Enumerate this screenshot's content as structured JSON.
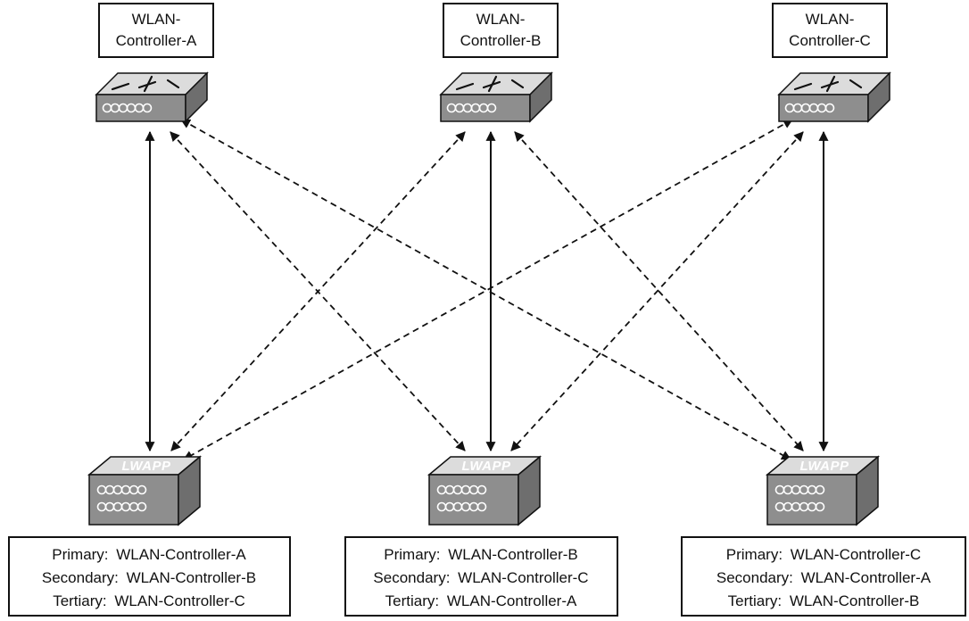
{
  "colors": {
    "line": "#111111",
    "device_top": "#dcdcdc",
    "device_front": "#8e8e8e",
    "device_side": "#6e6e6e",
    "port_stroke": "#ffffff"
  },
  "controllers": [
    {
      "name_line1": "WLAN-",
      "name_line2": "Controller-A",
      "icon": "wlan-controller-icon"
    },
    {
      "name_line1": "WLAN-",
      "name_line2": "Controller-B",
      "icon": "wlan-controller-icon"
    },
    {
      "name_line1": "WLAN-",
      "name_line2": "Controller-C",
      "icon": "wlan-controller-icon"
    }
  ],
  "access_points": [
    {
      "badge": "LWAPP",
      "icon": "lwapp-access-point-icon",
      "primary_label": "Primary:",
      "primary_value": "WLAN-Controller-A",
      "secondary_label": "Secondary:",
      "secondary_value": "WLAN-Controller-B",
      "tertiary_label": "Tertiary:",
      "tertiary_value": "WLAN-Controller-C"
    },
    {
      "badge": "LWAPP",
      "icon": "lwapp-access-point-icon",
      "primary_label": "Primary:",
      "primary_value": "WLAN-Controller-B",
      "secondary_label": "Secondary:",
      "secondary_value": "WLAN-Controller-C",
      "tertiary_label": "Tertiary:",
      "tertiary_value": "WLAN-Controller-A"
    },
    {
      "badge": "LWAPP",
      "icon": "lwapp-access-point-icon",
      "primary_label": "Primary:",
      "primary_value": "WLAN-Controller-C",
      "secondary_label": "Secondary:",
      "secondary_value": "WLAN-Controller-A",
      "tertiary_label": "Tertiary:",
      "tertiary_value": "WLAN-Controller-B"
    }
  ],
  "links": [
    {
      "controller": 0,
      "ap": 0,
      "style": "solid"
    },
    {
      "controller": 1,
      "ap": 1,
      "style": "solid"
    },
    {
      "controller": 2,
      "ap": 2,
      "style": "solid"
    },
    {
      "controller": 0,
      "ap": 1,
      "style": "dashed"
    },
    {
      "controller": 0,
      "ap": 2,
      "style": "dashed"
    },
    {
      "controller": 1,
      "ap": 0,
      "style": "dashed"
    },
    {
      "controller": 1,
      "ap": 2,
      "style": "dashed"
    },
    {
      "controller": 2,
      "ap": 0,
      "style": "dashed"
    },
    {
      "controller": 2,
      "ap": 1,
      "style": "dashed"
    }
  ]
}
